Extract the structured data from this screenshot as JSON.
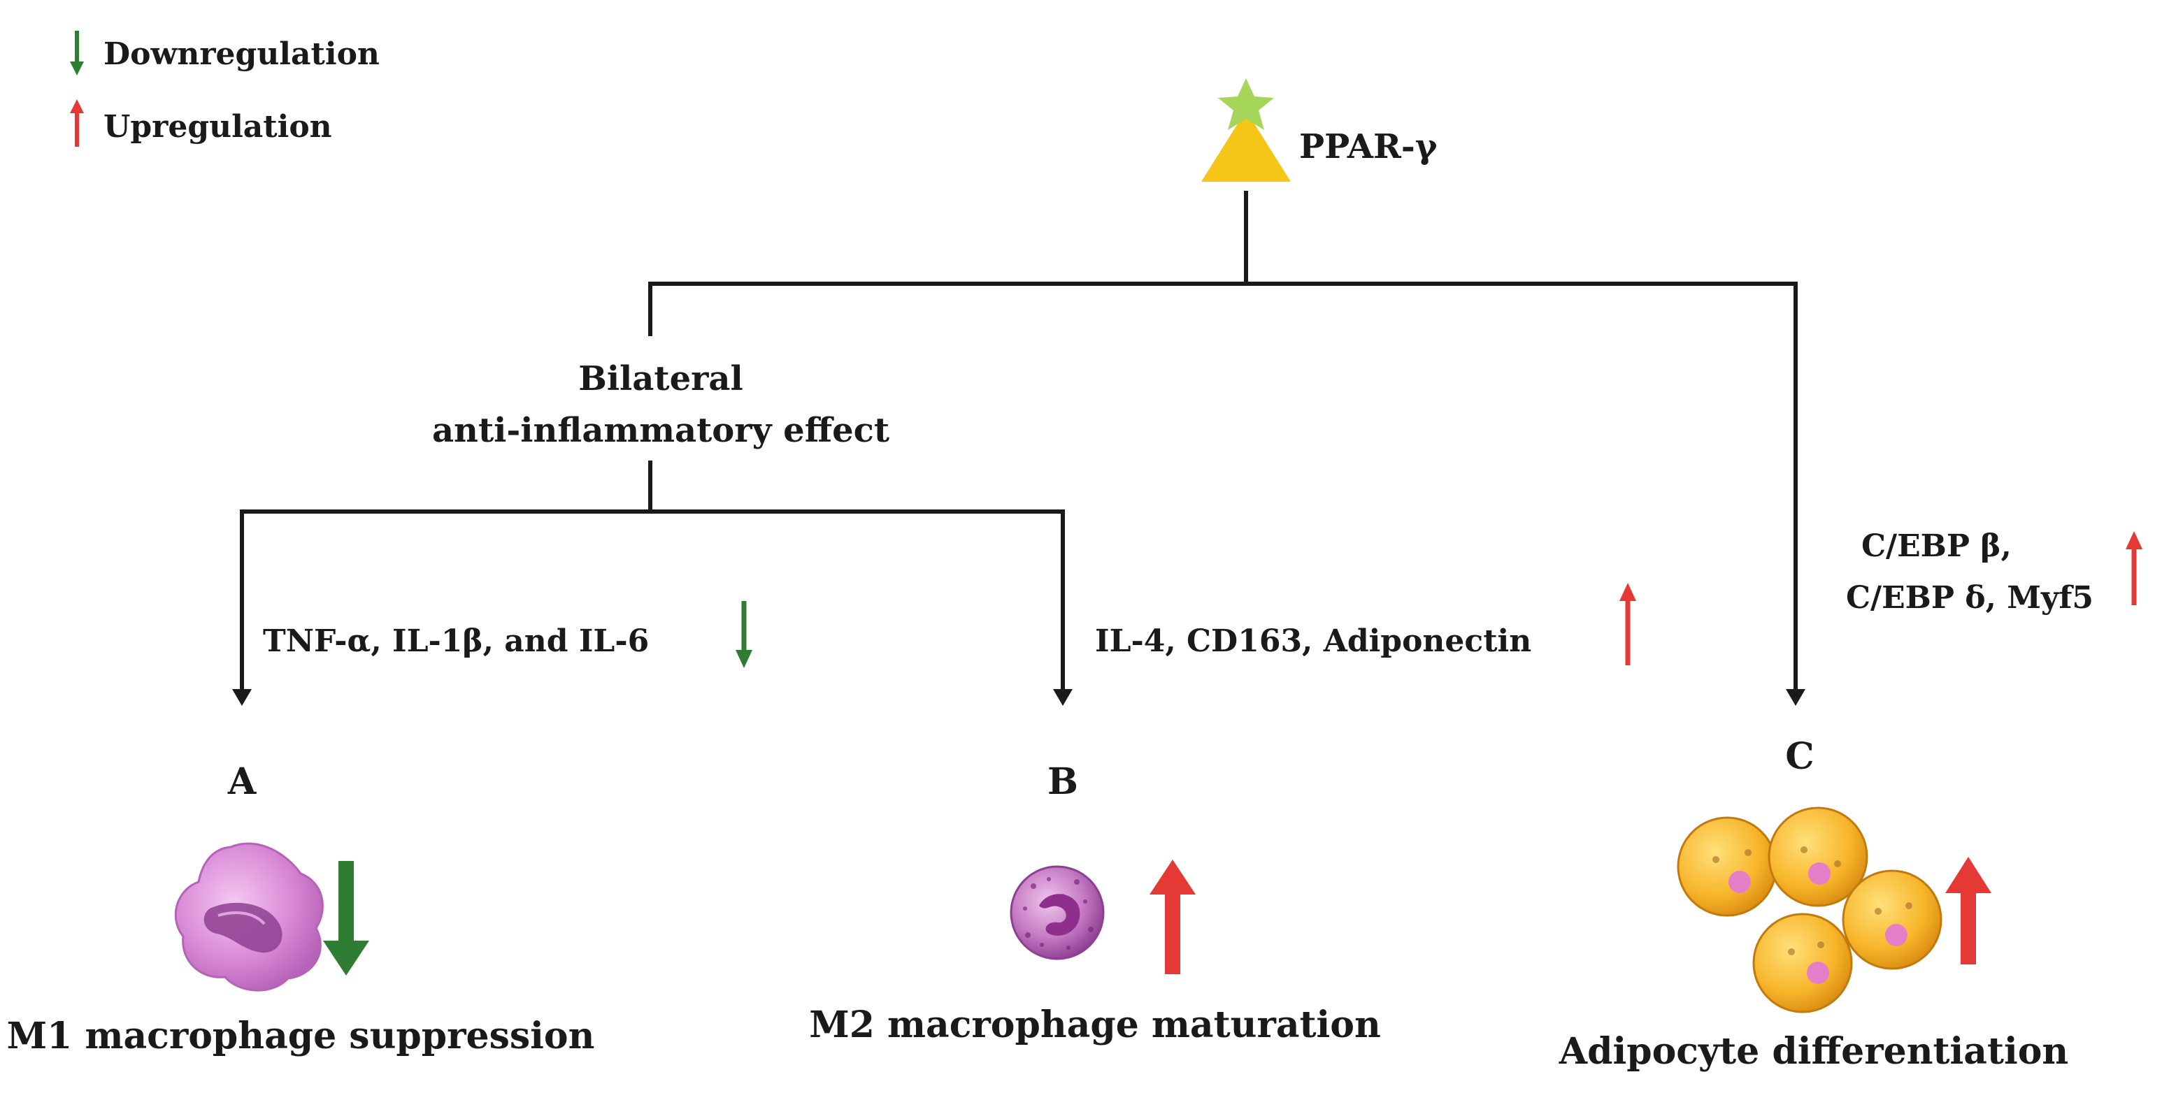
{
  "legend": {
    "down_label": "Downregulation",
    "up_label": "Upregulation"
  },
  "root": {
    "label": "PPAR-γ"
  },
  "branch_label": {
    "line1": "Bilateral",
    "line2": "anti-inflammatory effect"
  },
  "edges": {
    "a": {
      "text": "TNF-α, IL-1β, and IL-6",
      "direction": "down"
    },
    "b": {
      "text": "IL-4, CD163, Adiponectin",
      "direction": "up"
    },
    "c": {
      "line1": "C/EBP β,",
      "line2": "C/EBP δ, Myf5",
      "direction": "up"
    }
  },
  "panels": {
    "a": {
      "letter": "A",
      "caption": "M1 macrophage suppression",
      "icon": "m1-macrophage-icon",
      "effect": "down"
    },
    "b": {
      "letter": "B",
      "caption": "M2 macrophage maturation",
      "icon": "m2-macrophage-icon",
      "effect": "up"
    },
    "c": {
      "letter": "C",
      "caption": "Adipocyte differentiation",
      "icon": "adipocyte-cluster-icon",
      "effect": "up"
    }
  },
  "colors": {
    "down": "#2e7d32",
    "up": "#e53935",
    "line": "#1a1a1a",
    "triangle": "#f5c518",
    "star": "#a5d65a",
    "macrophage_m1": "#cc66cc",
    "macrophage_m2": "#b04aa8",
    "adipocyte": "#f5b020",
    "nucleus": "#e57ec8"
  }
}
